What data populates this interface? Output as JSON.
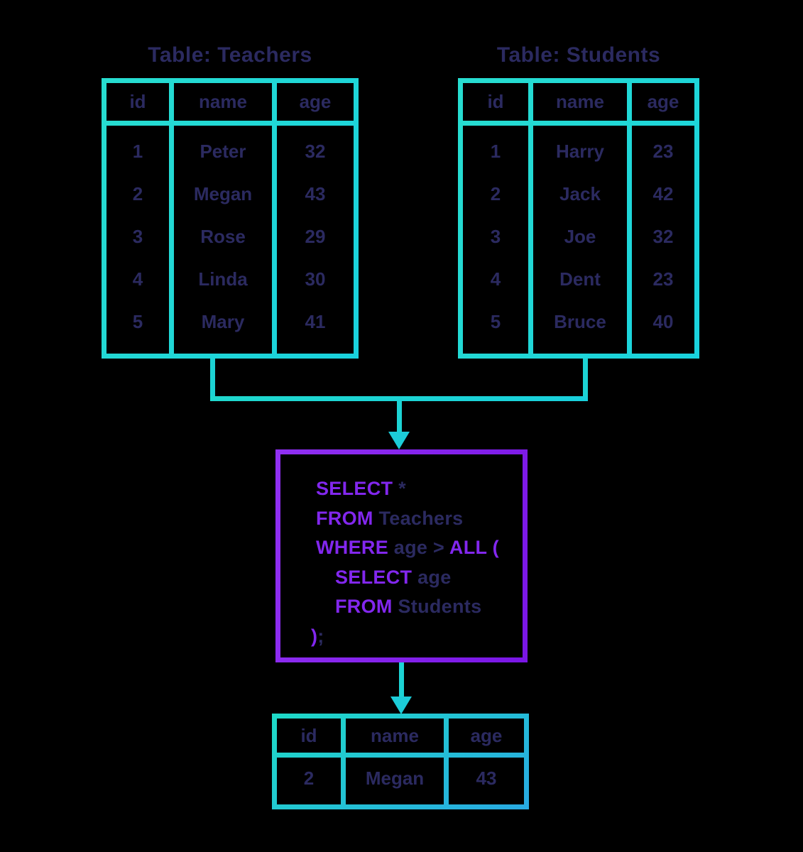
{
  "palette": {
    "background": "#000000",
    "text_navy": "#2b2a60",
    "table_border_cyan": "#1fd6d2",
    "result_border_cyan_blue": "#28a9e2",
    "query_border_purple": "#8a25ec",
    "keyword_purple": "#8227ee",
    "connector_teal": "#1cd3d4"
  },
  "teachers": {
    "title": "Table: Teachers",
    "headers": [
      "id",
      "name",
      "age"
    ],
    "rows": [
      [
        "1",
        "Peter",
        "32"
      ],
      [
        "2",
        "Megan",
        "43"
      ],
      [
        "3",
        "Rose",
        "29"
      ],
      [
        "4",
        "Linda",
        "30"
      ],
      [
        "5",
        "Mary",
        "41"
      ]
    ]
  },
  "students": {
    "title": "Table: Students",
    "headers": [
      "id",
      "name",
      "age"
    ],
    "rows": [
      [
        "1",
        "Harry",
        "23"
      ],
      [
        "2",
        "Jack",
        "42"
      ],
      [
        "3",
        "Joe",
        "32"
      ],
      [
        "4",
        "Dent",
        "23"
      ],
      [
        "5",
        "Bruce",
        "40"
      ]
    ]
  },
  "query": {
    "lines": [
      {
        "parts": [
          {
            "text": "SELECT",
            "style": "keyword"
          },
          {
            "text": " *",
            "style": "plain"
          }
        ]
      },
      {
        "parts": [
          {
            "text": "FROM",
            "style": "keyword"
          },
          {
            "text": " Teachers",
            "style": "plain"
          }
        ]
      },
      {
        "parts": [
          {
            "text": "WHERE",
            "style": "keyword"
          },
          {
            "text": " age > ",
            "style": "plain"
          },
          {
            "text": "ALL (",
            "style": "keyword"
          }
        ]
      },
      {
        "parts": [
          {
            "text": "SELECT",
            "style": "keyword"
          },
          {
            "text": " age",
            "style": "plain"
          }
        ],
        "indent": 1
      },
      {
        "parts": [
          {
            "text": "FROM",
            "style": "keyword"
          },
          {
            "text": " Students",
            "style": "plain"
          }
        ],
        "indent": 1
      },
      {
        "parts": [
          {
            "text": ")",
            "style": "keyword"
          },
          {
            "text": ";",
            "style": "plain"
          }
        ]
      }
    ]
  },
  "result": {
    "headers": [
      "id",
      "name",
      "age"
    ],
    "rows": [
      [
        "2",
        "Megan",
        "43"
      ]
    ]
  }
}
